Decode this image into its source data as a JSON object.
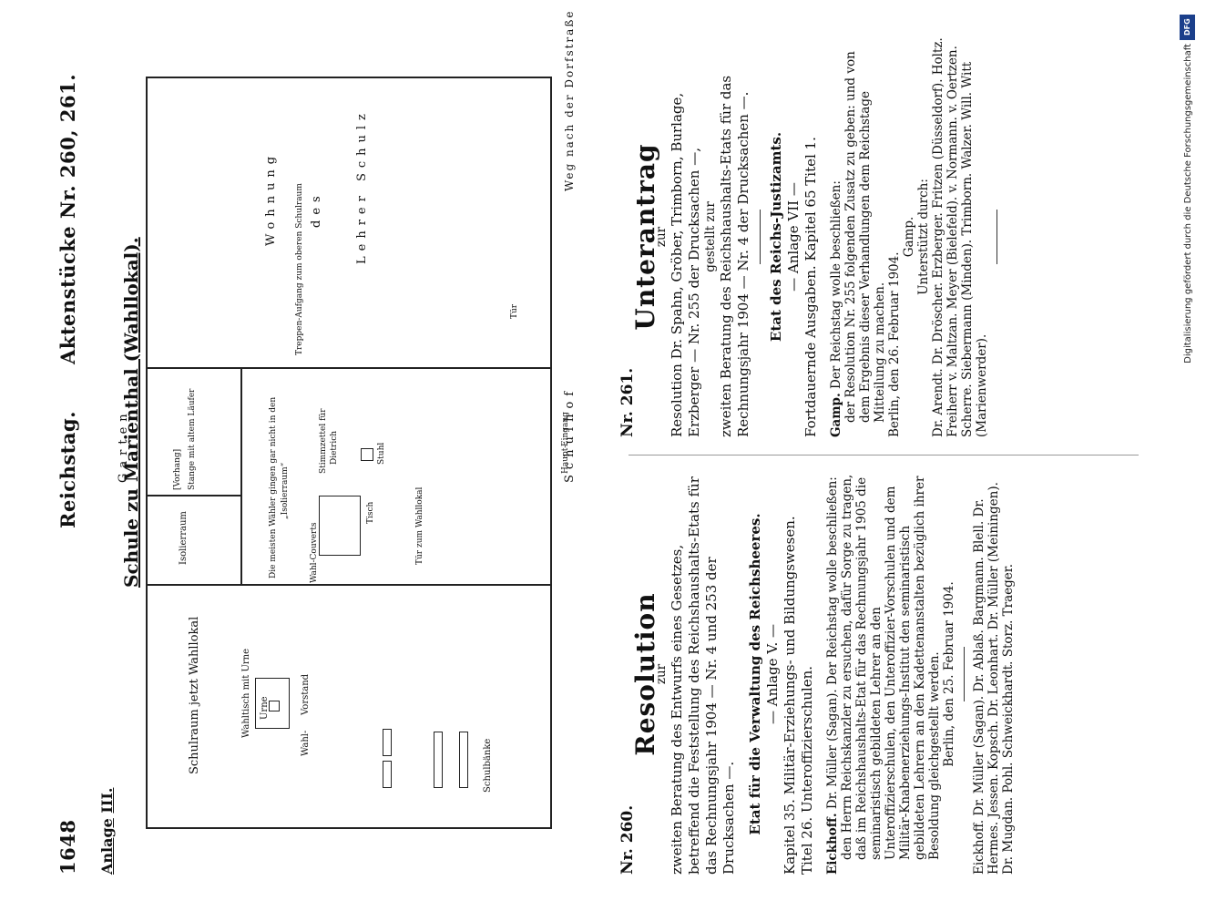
{
  "header": {
    "page_number": "1648",
    "left": "Reichstag.",
    "right": "Aktenstücke Nr. 260, 261."
  },
  "plan": {
    "anlage_prefix": "Anlage",
    "anlage_num": "III.",
    "title": "Schule zu Marienthal (Wahllokal).",
    "garten": "Garten",
    "schulhof": "Schulhof",
    "dorfstrasse": "Weg nach der Dorfstraße",
    "wohnung_1": "Wohnung",
    "wohnung_2": "des",
    "wohnung_3": "Lehrer Schulz",
    "schulraum": "Schulraum jetzt Wahllokal",
    "wahltisch": "Wahltisch mit Urne",
    "urne": "Urne",
    "wahlvorstand_1": "Wahl-",
    "wahlvorstand_2": "Vorstand",
    "schulbaenke": "Schulbänke",
    "isolierraum": "Isolierraum",
    "vorhang": "[Vorhang]",
    "stange": "Stange mit altem Läufer",
    "waehler_note_1": "Die meisten Wähler gingen gar nicht in den",
    "waehler_note_2": "„Isolierraum“",
    "wahlcouverts": "Wahl-Couverts",
    "stimmzettel_1": "Stimmzettel für",
    "stimmzettel_2": "Dietrich",
    "tisch": "Tisch",
    "stuhl": "Stuhl",
    "tuer_wahllokal": "Tür zum Wahllokal",
    "treppe": "Treppen-Aufgang zum oberen Schulraum",
    "tuer": "Tür",
    "haupteingang_1": "Haupt-",
    "haupteingang_2": "Eingang"
  },
  "nr260": {
    "nr": "Nr. 260.",
    "title": "Resolution",
    "zur": "zur",
    "intro": "zweiten Beratung des Entwurfs eines Gesetzes, betreffend die Feststellung des Reichshaushalts-Etats für das Rechnungsjahr 1904 — Nr. 4 und 253 der Drucksachen —.",
    "etat": "Etat für die Verwaltung des Reichsheeres.",
    "anlage": "— Anlage V. —",
    "kapitel": "Kapitel 35. Militär-Erziehungs- und Bildungswesen.",
    "titel": "Titel 26. Unteroffizierschulen.",
    "antrag_name": "Eickhoff.",
    "antrag_text": "Dr. Müller (Sagan). Der Reichstag wolle beschließen:",
    "antrag_body": "den Herrn Reichskanzler zu ersuchen, dafür Sorge zu tragen, daß im Reichshaushalts-Etat für das Rechnungsjahr 1905 die seminaristisch gebildeten Lehrer an den Unteroffizierschulen, den Unteroffizier-Vorschulen und dem Militär-Knabenerziehungs-Institut den seminaristisch gebildeten Lehrern an den Kadettenanstalten bezüglich ihrer Besoldung gleichgestellt werden.",
    "datum": "Berlin, den 25. Februar 1904.",
    "signers": "Eickhoff. Dr. Müller (Sagan). Dr. Ablaß. Bargmann. Blell. Dr. Hermes. Jessen. Kopsch. Dr. Leonhart. Dr. Müller (Meiningen). Dr. Mugdan. Pohl. Schweickhardt. Storz. Traeger."
  },
  "nr261": {
    "nr": "Nr. 261.",
    "title": "Unterantrag",
    "zur": "zur",
    "intro": "Resolution Dr. Spahn, Gröber, Trimborn, Burlage, Erzberger — Nr. 255 der Drucksachen —,",
    "gestellt": "gestellt zur",
    "intro2": "zweiten Beratung des Reichshaushalts-Etats für das Rechnungsjahr 1904 — Nr. 4 der Drucksachen —.",
    "etat": "Etat des Reichs-Justizamts.",
    "anlage": "— Anlage VII —",
    "fortdauernde": "Fortdauernde Ausgaben. Kapitel 65 Titel 1.",
    "antrag_name": "Gamp.",
    "antrag_text": "Der Reichstag wolle beschließen:",
    "antrag_body": "der Resolution Nr. 255 folgenden Zusatz zu geben: und von dem Ergebnis dieser Verhandlungen dem Reichstage Mitteilung zu machen.",
    "datum": "Berlin, den 26. Februar 1904.",
    "signer": "Gamp.",
    "unterstuetzt": "Unterstützt durch:",
    "signers": "Dr. Arendt. Dr. Dröscher. Erzberger. Fritzen (Düsseldorf). Holtz. Freiherr v. Maltzan. Meyer (Bielefeld). v. Normann. v. Oertzen. Scherre. Siebermann (Minden). Trimborn. Walzer. Will. Witt (Marienwerder)."
  },
  "sidebar": {
    "badge": "DFG",
    "text": "Digitalisierung gefördert durch die Deutsche Forschungsgemeinschaft"
  }
}
